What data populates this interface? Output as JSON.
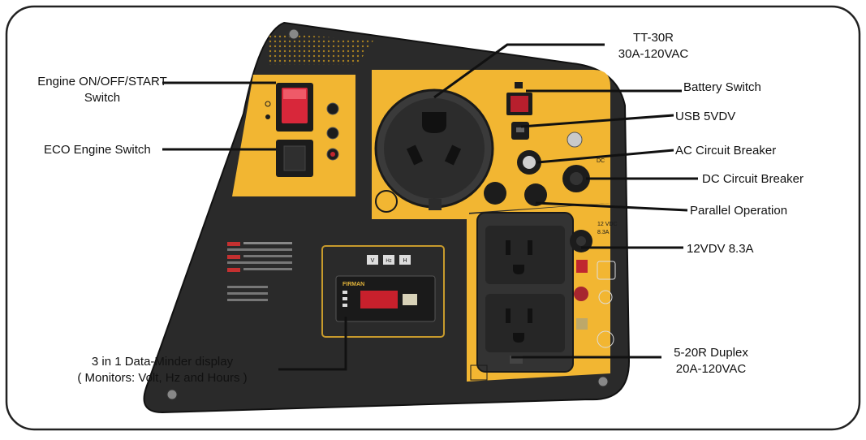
{
  "callouts": {
    "engine_switch": {
      "line1": "Engine ON/OFF/START",
      "line2": "Switch"
    },
    "eco_switch": {
      "line1": "ECO Engine Switch"
    },
    "tt30r": {
      "line1": "TT-30R",
      "line2": "30A-120VAC"
    },
    "battery_switch": {
      "line1": "Battery Switch"
    },
    "usb": {
      "line1": "USB 5VDV"
    },
    "ac_breaker": {
      "line1": "AC Circuit Breaker"
    },
    "dc_breaker": {
      "line1": "DC Circuit Breaker"
    },
    "parallel": {
      "line1": "Parallel Operation"
    },
    "dc12v": {
      "line1": "12VDV 8.3A"
    },
    "duplex": {
      "line1": "5-20R Duplex",
      "line2": "20A-120VAC"
    },
    "data_minder": {
      "line1": "3 in 1 Data-Minder display",
      "line2": "( Monitors: Volt, Hz and Hours )"
    }
  },
  "panel": {
    "brand": "FIRMAN",
    "side_12v": "12 VDC",
    "side_12v_amp": "8.3A",
    "side_dc": "DC",
    "dm_buttons": [
      "V",
      "Hz",
      "H"
    ]
  },
  "colors": {
    "panel_dark": "#2a2a2a",
    "panel_yellow": "#f2b632",
    "switch_red": "#d8273a",
    "leader": "#111111"
  }
}
